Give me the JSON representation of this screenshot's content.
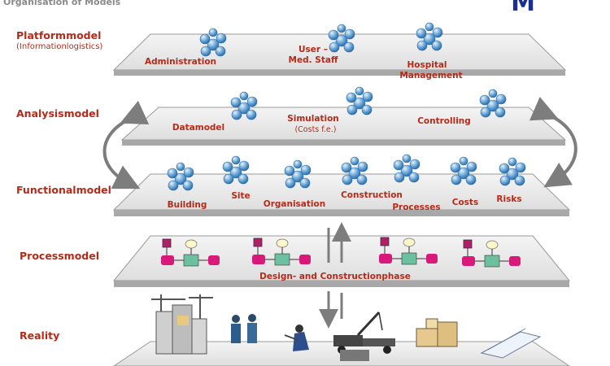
{
  "header": {
    "title": "Organisation of Models",
    "logo": "M"
  },
  "levels": [
    {
      "label": "Platformmodel",
      "sublabel": "(Informationlogistics)"
    },
    {
      "label": "Analysismodel"
    },
    {
      "label": "Functionalmodel"
    },
    {
      "label": "Processmodel"
    },
    {
      "label": "Reality"
    }
  ],
  "platform": {
    "items": [
      {
        "lines": [
          "Administration"
        ]
      },
      {
        "lines": [
          "User –",
          "Med. Staff"
        ]
      },
      {
        "lines": [
          "Hospital",
          "Management"
        ]
      }
    ]
  },
  "analysis": {
    "items": [
      {
        "lines": [
          "Datamodel"
        ]
      },
      {
        "lines": [
          "Simulation",
          "(Costs f.e.)"
        ]
      },
      {
        "lines": [
          "Controlling"
        ]
      }
    ]
  },
  "functional": {
    "items": [
      {
        "lines": [
          "Building"
        ]
      },
      {
        "lines": [
          "Site"
        ]
      },
      {
        "lines": [
          "Organisation"
        ]
      },
      {
        "lines": [
          "Construction"
        ]
      },
      {
        "lines": [
          "Processes"
        ]
      },
      {
        "lines": [
          "Costs"
        ]
      },
      {
        "lines": [
          "Risks"
        ]
      }
    ]
  },
  "process": {
    "label": "Design- and Constructionphase"
  },
  "colors": {
    "label": "#b52a18",
    "plate_top": "#ececec",
    "plate_front": "#a8a8a8",
    "molecule": "#5e9fd4",
    "process_node": "#d8197a",
    "process_box": "#6cc0a0",
    "arrow": "#7d7d7d"
  }
}
